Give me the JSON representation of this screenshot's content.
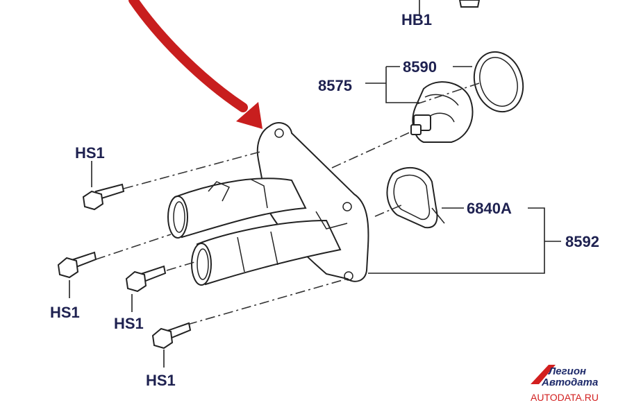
{
  "labels": {
    "hb1": "HB1",
    "p8590": "8590",
    "p8575": "8575",
    "p6840a": "6840A",
    "p8592": "8592",
    "hs1_a": "HS1",
    "hs1_b": "HS1",
    "hs1_c": "HS1",
    "hs1_d": "HS1"
  },
  "watermark": {
    "line1": "Легион",
    "line2": "Автодата",
    "url": "AUTODATA.RU"
  },
  "colors": {
    "arrow": "#c81e1e",
    "label": "#1e2150",
    "watermark_brand": "#1e2a6a",
    "watermark_url": "#d21f1f"
  }
}
